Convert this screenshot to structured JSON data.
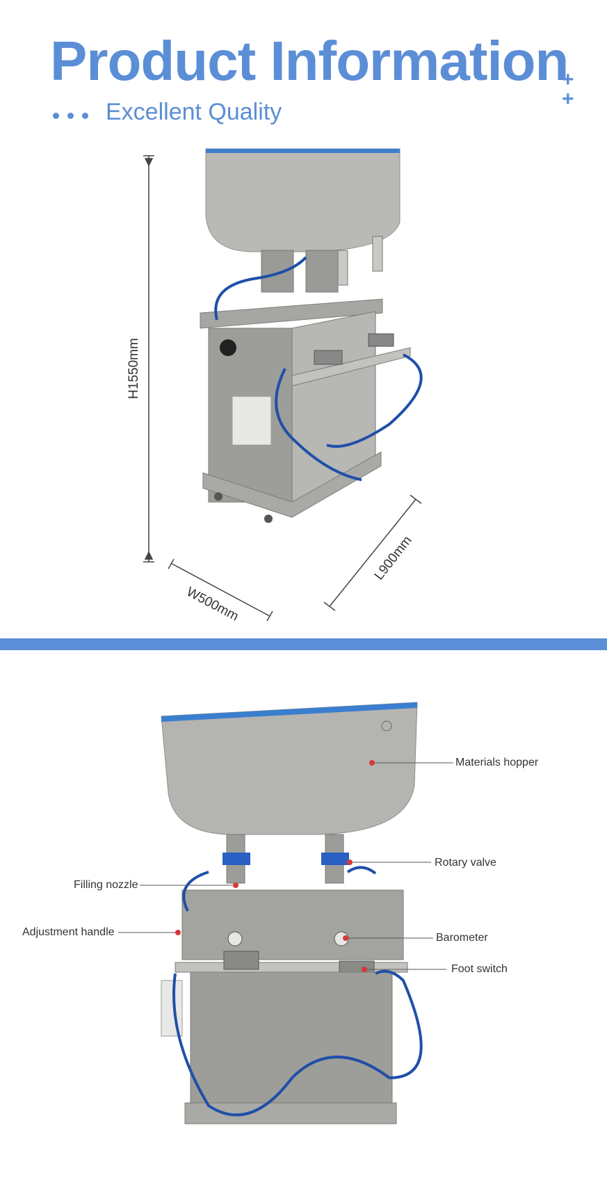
{
  "header": {
    "title": "Product Information",
    "subtitle": "Excellent Quality",
    "plus_symbol": "+"
  },
  "dimensions": {
    "height": "H1550mm",
    "width": "W500mm",
    "length": "L900mm"
  },
  "callouts": {
    "materials_hopper": "Materials hopper",
    "rotary_valve": "Rotary valve",
    "filling_nozzle": "Filling nozzle",
    "adjustment_handle": "Adjustment handle",
    "barometer": "Barometer",
    "foot_switch": "Foot switch"
  },
  "colors": {
    "accent": "#5b8ed6",
    "steel": "#a9a9a6",
    "hose": "#1f4fa8",
    "marker": "#d43a3a"
  }
}
